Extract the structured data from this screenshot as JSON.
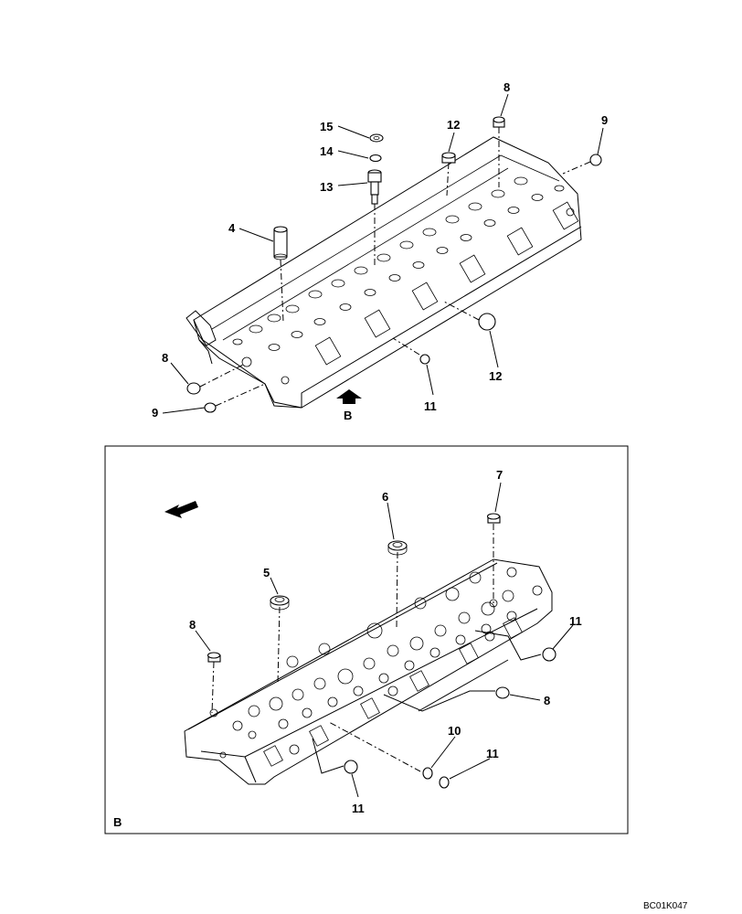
{
  "drawing_code": "BC01K047",
  "view_label": "B",
  "callouts_top": [
    "15",
    "14",
    "13",
    "12",
    "8",
    "9",
    "4",
    "8",
    "9",
    "11",
    "12"
  ],
  "callouts_detail": [
    "7",
    "6",
    "5",
    "8",
    "11",
    "8",
    "10",
    "11",
    "11"
  ]
}
